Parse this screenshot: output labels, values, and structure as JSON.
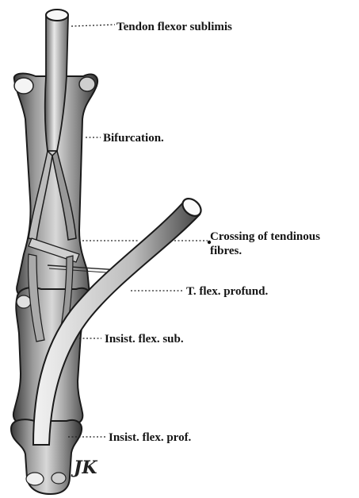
{
  "labels": {
    "tendon_flexor_sublimis": "Tendon flexor sublimis",
    "bifurcation": "Bifurcation.",
    "crossing_line1": "Crossing of tendinous",
    "crossing_line2": "fibres.",
    "t_flex_profund": "T. flex. profund.",
    "insist_flex_sub": "Insist. flex. sub.",
    "insist_flex_prof": "Insist. flex. prof."
  },
  "monogram": "JK",
  "colors": {
    "ink": "#141414",
    "bone_shade": "#6e6e6e",
    "bone_light": "#e8e8e8",
    "background": "#ffffff"
  }
}
